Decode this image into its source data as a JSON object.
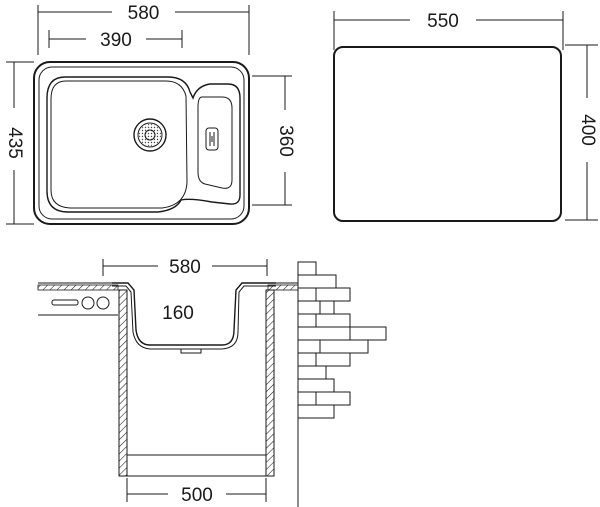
{
  "top_view": {
    "overall_width": "580",
    "bowl_width": "390",
    "overall_depth": "435",
    "bowl_depth": "360"
  },
  "cutout": {
    "width": "550",
    "depth": "400"
  },
  "section_view": {
    "width": "580",
    "bowl_height": "160",
    "cabinet_width": "500"
  }
}
